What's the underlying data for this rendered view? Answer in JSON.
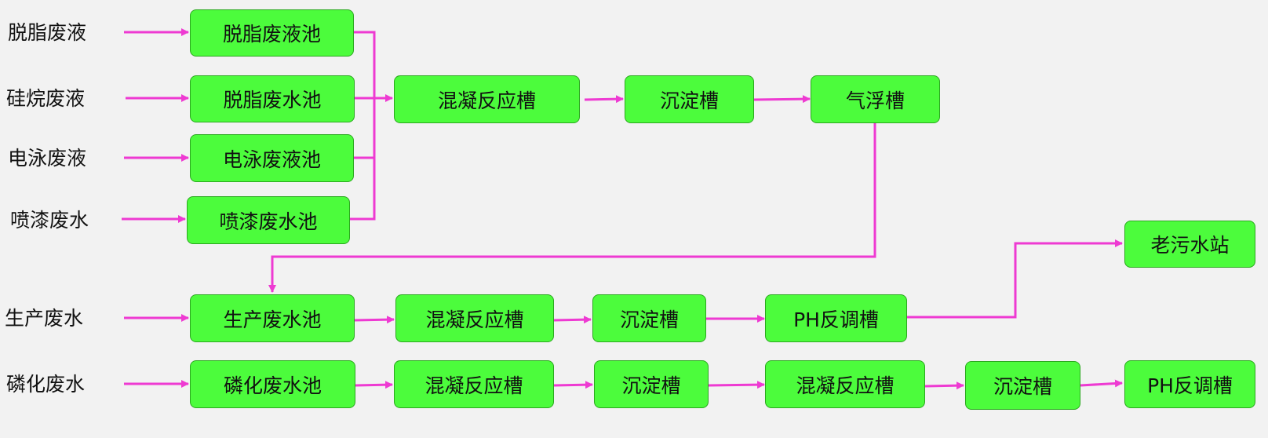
{
  "colors": {
    "arrow": "#ee3ad2",
    "box_fill": "#4cfc3c",
    "box_border": "#2aa81e",
    "background": "#f2f2f2"
  },
  "inputs": {
    "degreasing_liquid": "脱脂废液",
    "silane_liquid": "硅烷废液",
    "electrophoresis_liquid": "电泳废液",
    "spray_paint_water": "喷漆废水",
    "production_water": "生产废水",
    "phosphating_water": "磷化废水"
  },
  "nodes": {
    "degreasing_liquid_tank": "脱脂废液池",
    "degreasing_water_tank": "脱脂废水池",
    "electrophoresis_tank": "电泳废液池",
    "spray_paint_tank": "喷漆废水池",
    "coag_1": "混凝反应槽",
    "settle_1": "沉淀槽",
    "flotation": "气浮槽",
    "production_tank": "生产废水池",
    "coag_2": "混凝反应槽",
    "settle_2": "沉淀槽",
    "ph_1": "PH反调槽",
    "old_station": "老污水站",
    "phosphating_tank": "磷化废水池",
    "coag_3": "混凝反应槽",
    "settle_3": "沉淀槽",
    "coag_4": "混凝反应槽",
    "settle_4": "沉淀槽",
    "ph_2": "PH反调槽"
  }
}
